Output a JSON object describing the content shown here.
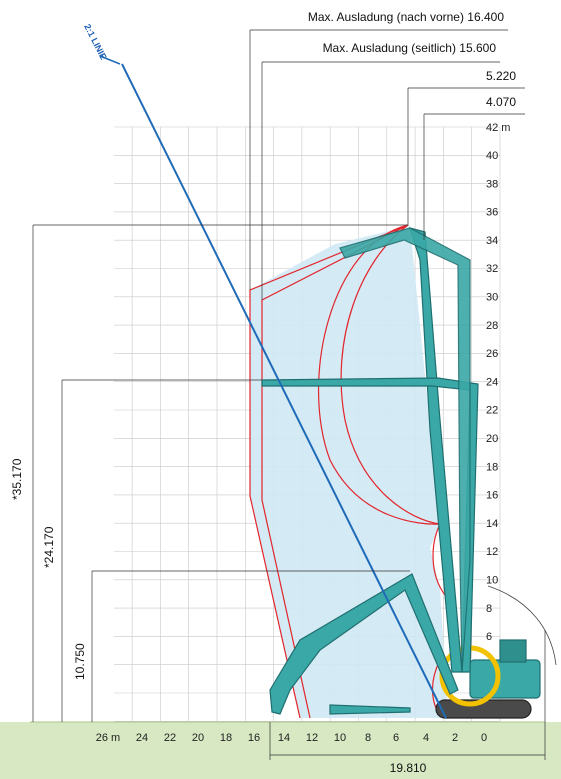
{
  "title_dims": {
    "reach_forward": "Max. Ausladung (nach vorne) 16.400",
    "reach_side": "Max. Ausladung (seitlich) 15.600",
    "dim_a": "5.220",
    "dim_b": "4.070",
    "height_total": "*35.170",
    "height_mid": "*24.170",
    "height_low": "10.750",
    "width_bottom": "19.810"
  },
  "line_label": "2:1 LINIE",
  "y_axis": {
    "unit_label": "42 m",
    "ticks": [
      "40",
      "38",
      "36",
      "34",
      "32",
      "30",
      "28",
      "26",
      "24",
      "22",
      "20",
      "18",
      "16",
      "14",
      "12",
      "10",
      "8",
      "6"
    ]
  },
  "x_axis": {
    "ticks": [
      "26 m",
      "24",
      "22",
      "20",
      "18",
      "16",
      "14",
      "12",
      "10",
      "8",
      "6",
      "4",
      "2",
      "0"
    ]
  },
  "colors": {
    "envelope_fill": "#cfe8f4",
    "envelope_line": "#e3242b",
    "line_2to1": "#1f6bb8",
    "machine": "#3aa8a6",
    "ground": "#cde3b4",
    "yellow": "#f2c200"
  }
}
